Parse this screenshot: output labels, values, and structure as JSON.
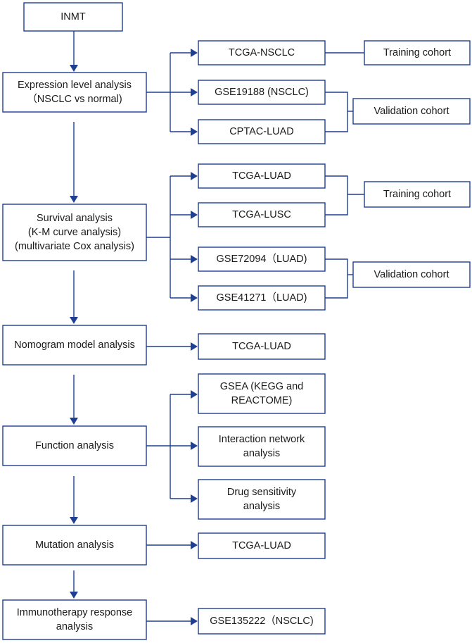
{
  "colors": {
    "line": "#1f3f93",
    "box_fill": "#ffffff",
    "text": "#1a1a1a"
  },
  "nodes": {
    "inmt": [
      "INMT"
    ],
    "expression": [
      "Expression level analysis",
      "（NSCLC vs normal)"
    ],
    "tcga_nsclc": [
      "TCGA-NSCLC"
    ],
    "gse19188": [
      "GSE19188 (NSCLC)"
    ],
    "cptac_luad": [
      "CPTAC-LUAD"
    ],
    "training_1": [
      "Training cohort"
    ],
    "validation_1": [
      "Validation cohort"
    ],
    "survival": [
      "Survival analysis",
      "(K-M curve analysis)",
      "(multivariate Cox analysis)"
    ],
    "tcga_luad_1": [
      "TCGA-LUAD"
    ],
    "tcga_lusc": [
      "TCGA-LUSC"
    ],
    "gse72094": [
      "GSE72094（LUAD)"
    ],
    "gse41271": [
      "GSE41271（LUAD)"
    ],
    "training_2": [
      "Training cohort"
    ],
    "validation_2": [
      "Validation cohort"
    ],
    "nomogram": [
      "Nomogram model analysis"
    ],
    "tcga_luad_2": [
      "TCGA-LUAD"
    ],
    "function": [
      "Function analysis"
    ],
    "gsea": [
      "GSEA (KEGG and",
      "REACTOME)"
    ],
    "interaction": [
      "Interaction network",
      "analysis"
    ],
    "drug": [
      "Drug sensitivity",
      "analysis"
    ],
    "mutation": [
      "Mutation analysis"
    ],
    "tcga_luad_3": [
      "TCGA-LUAD"
    ],
    "immunotherapy": [
      "Immunotherapy response",
      "analysis"
    ],
    "gse135222": [
      "GSE135222（NSCLC)"
    ]
  }
}
